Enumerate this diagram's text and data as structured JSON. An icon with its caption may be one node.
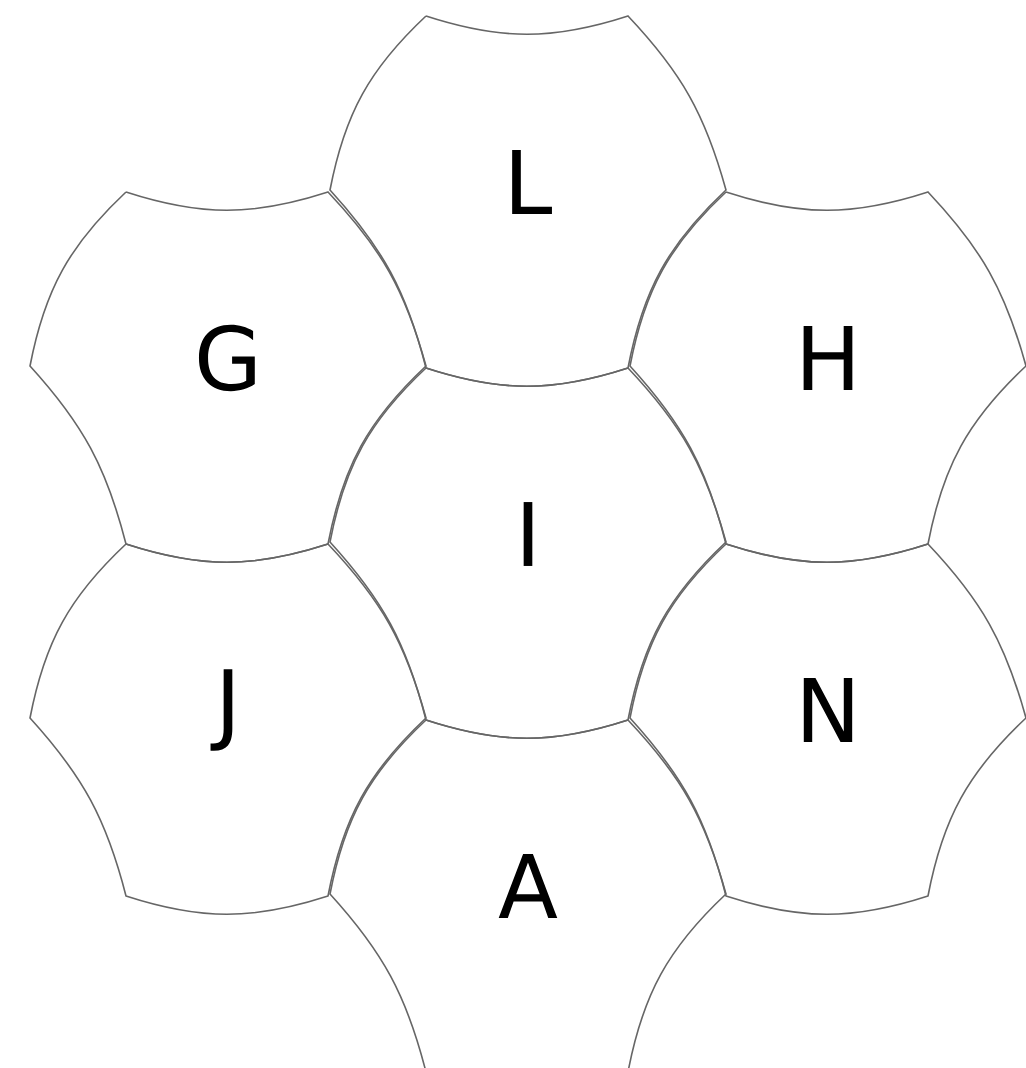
{
  "diagram": {
    "nodes": [
      {
        "text": [
          "L"
        ]
      },
      {
        "text": [
          "G"
        ]
      },
      {
        "text": [
          "H"
        ]
      },
      {
        "text": [
          "I"
        ]
      },
      {
        "text": [
          "J"
        ]
      },
      {
        "text": [
          "N"
        ]
      },
      {
        "text": [
          "A"
        ]
      }
    ]
  }
}
